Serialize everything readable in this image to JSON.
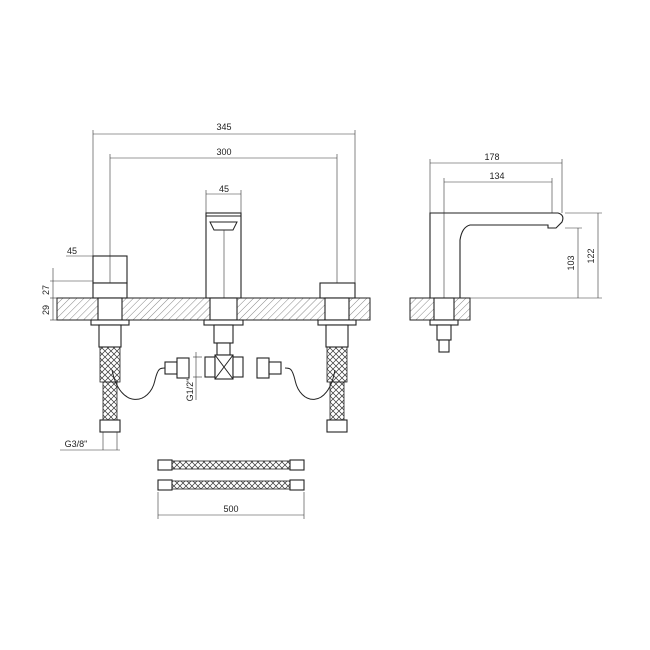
{
  "front_view": {
    "overall_width": "345",
    "handle_centers": "300",
    "spout_width": "45",
    "handle_width": "45",
    "handle_height": "27",
    "deck_thickness": "29",
    "inlet_thread": "G1/2\"",
    "outlet_thread": "G3/8\""
  },
  "hoses": {
    "length": "500"
  },
  "side_view": {
    "overall_depth": "178",
    "spout_reach": "134",
    "outlet_height": "103",
    "overall_height": "122"
  },
  "colors": {
    "line": "#222222",
    "background": "#ffffff"
  }
}
